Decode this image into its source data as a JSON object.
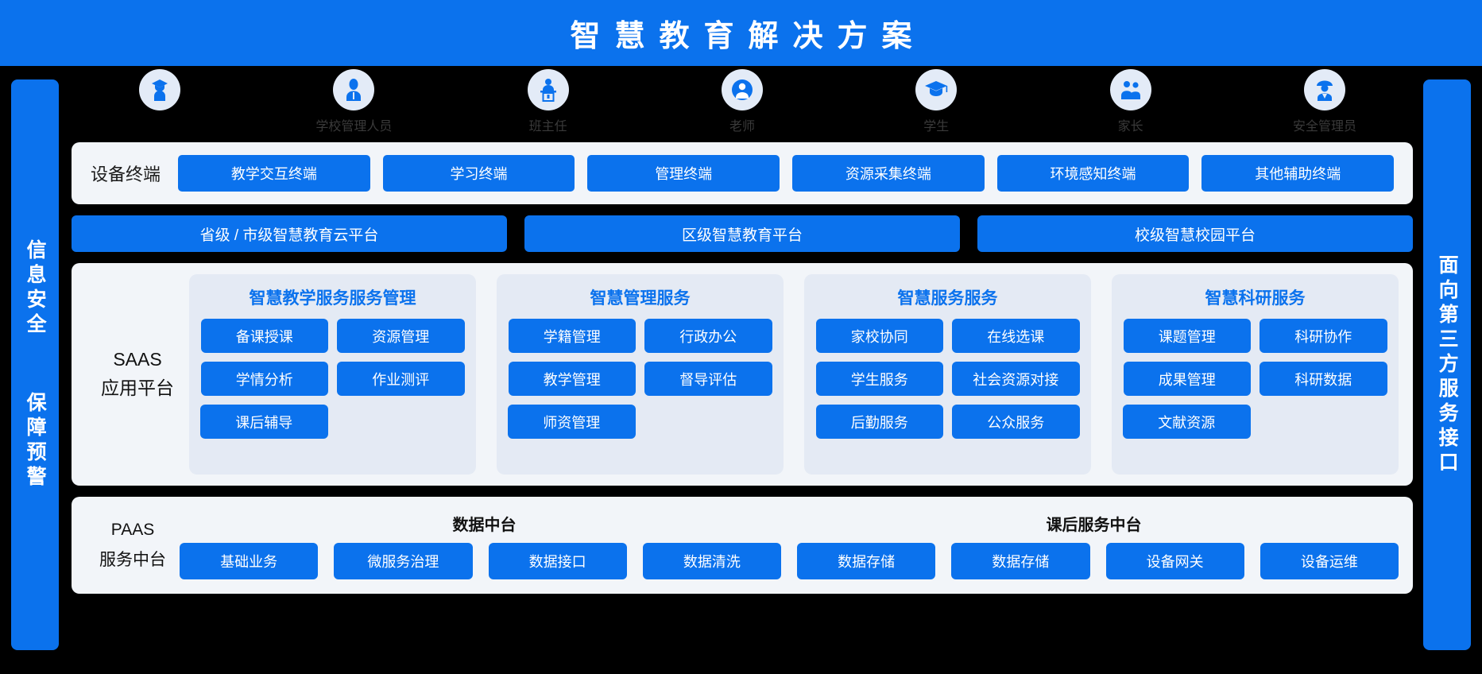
{
  "header": {
    "title": "智慧教育解决方案",
    "bg_color": "#0b72ed",
    "text_color": "#ffffff"
  },
  "side_panels": {
    "left": {
      "text": "信息安全  保障预警",
      "color": "#0b72ed"
    },
    "right": {
      "text": "面向第三方服务接口",
      "color": "#0b72ed"
    }
  },
  "roles": [
    {
      "label": "",
      "icon": "graduate-person-icon"
    },
    {
      "label": "学校管理人员",
      "icon": "administrator-person-icon"
    },
    {
      "label": "班主任",
      "icon": "teacher-podium-icon"
    },
    {
      "label": "老师",
      "icon": "teacher-avatar-icon"
    },
    {
      "label": "学生",
      "icon": "graduation-cap-icon"
    },
    {
      "label": "家长",
      "icon": "parents-pair-icon"
    },
    {
      "label": "安全管理员",
      "icon": "security-guard-icon"
    }
  ],
  "device_layer": {
    "label": "设备终端",
    "items": [
      "教学交互终端",
      "学习终端",
      "管理终端",
      "资源采集终端",
      "环境感知终端",
      "其他辅助终端"
    ]
  },
  "platform_layer": {
    "items": [
      "省级 / 市级智慧教育云平台",
      "区级智慧教育平台",
      "校级智慧校园平台"
    ]
  },
  "saas_layer": {
    "label": "SAAS\n应用平台",
    "label_line1": "SAAS",
    "label_line2": "应用平台",
    "groups": [
      {
        "title": "智慧教学服务服务管理",
        "items": [
          "备课授课",
          "资源管理",
          "学情分析",
          "作业测评",
          "课后辅导"
        ]
      },
      {
        "title": "智慧管理服务",
        "items": [
          "学籍管理",
          "行政办公",
          "教学管理",
          "督导评估",
          "师资管理"
        ]
      },
      {
        "title": "智慧服务服务",
        "items": [
          "家校协同",
          "在线选课",
          "学生服务",
          "社会资源对接",
          "后勤服务",
          "公众服务"
        ]
      },
      {
        "title": "智慧科研服务",
        "items": [
          "课题管理",
          "科研协作",
          "成果管理",
          "科研数据",
          "文献资源"
        ]
      }
    ]
  },
  "paas_layer": {
    "label_line1": "PAAS",
    "label_line2": "服务中台",
    "headings": [
      "数据中台",
      "课后服务中台"
    ],
    "items": [
      "基础业务",
      "微服务治理",
      "数据接口",
      "数据清洗",
      "数据存储",
      "数据存储",
      "设备网关",
      "设备运维"
    ]
  },
  "colors": {
    "brand_blue": "#0b72ed",
    "card_bg": "#f2f5f9",
    "group_bg": "#e4eaf4",
    "icon_bubble": "#e3ebf7",
    "page_bg": "#000000"
  }
}
